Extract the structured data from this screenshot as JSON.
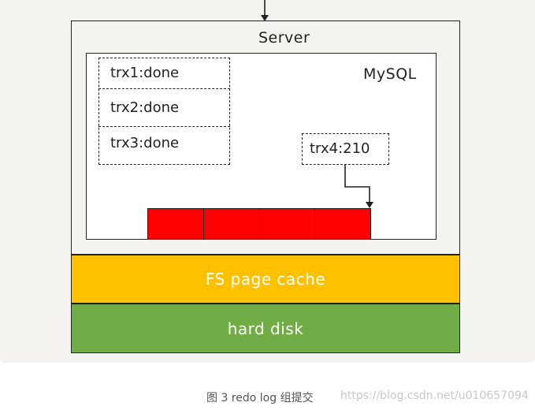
{
  "diagram": {
    "server_label": "Server",
    "mysql_label": "MySQL",
    "transactions": [
      {
        "label": "trx1:done"
      },
      {
        "label": "trx2:done"
      },
      {
        "label": "trx3:done"
      }
    ],
    "pending_transaction": {
      "label": "trx4:210"
    },
    "redo_log_blocks": 4,
    "fs_cache_label": "FS page cache",
    "disk_label": "hard disk",
    "colors": {
      "redo_log": "#ff0000",
      "fs_cache": "#ffc000",
      "disk": "#70ad47",
      "background": "#f4f3ef"
    }
  },
  "caption": "图 3 redo log 组提交",
  "watermark": "https://blog.csdn.net/u010657094"
}
